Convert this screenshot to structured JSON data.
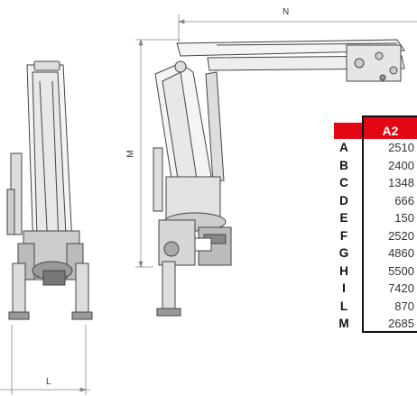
{
  "dimensions": {
    "n_label": "N",
    "m_label": "M",
    "l_label": "L"
  },
  "spec_table": {
    "model": "A2",
    "accent_color": "#e30613",
    "rows": [
      {
        "letter": "A",
        "value": "2510"
      },
      {
        "letter": "B",
        "value": "2400"
      },
      {
        "letter": "C",
        "value": "1348"
      },
      {
        "letter": "D",
        "value": "666"
      },
      {
        "letter": "E",
        "value": "150"
      },
      {
        "letter": "F",
        "value": "2520"
      },
      {
        "letter": "G",
        "value": "4860"
      },
      {
        "letter": "H",
        "value": "5500"
      },
      {
        "letter": "I",
        "value": "7420"
      },
      {
        "letter": "L",
        "value": "870"
      },
      {
        "letter": "M",
        "value": "2685"
      }
    ]
  }
}
